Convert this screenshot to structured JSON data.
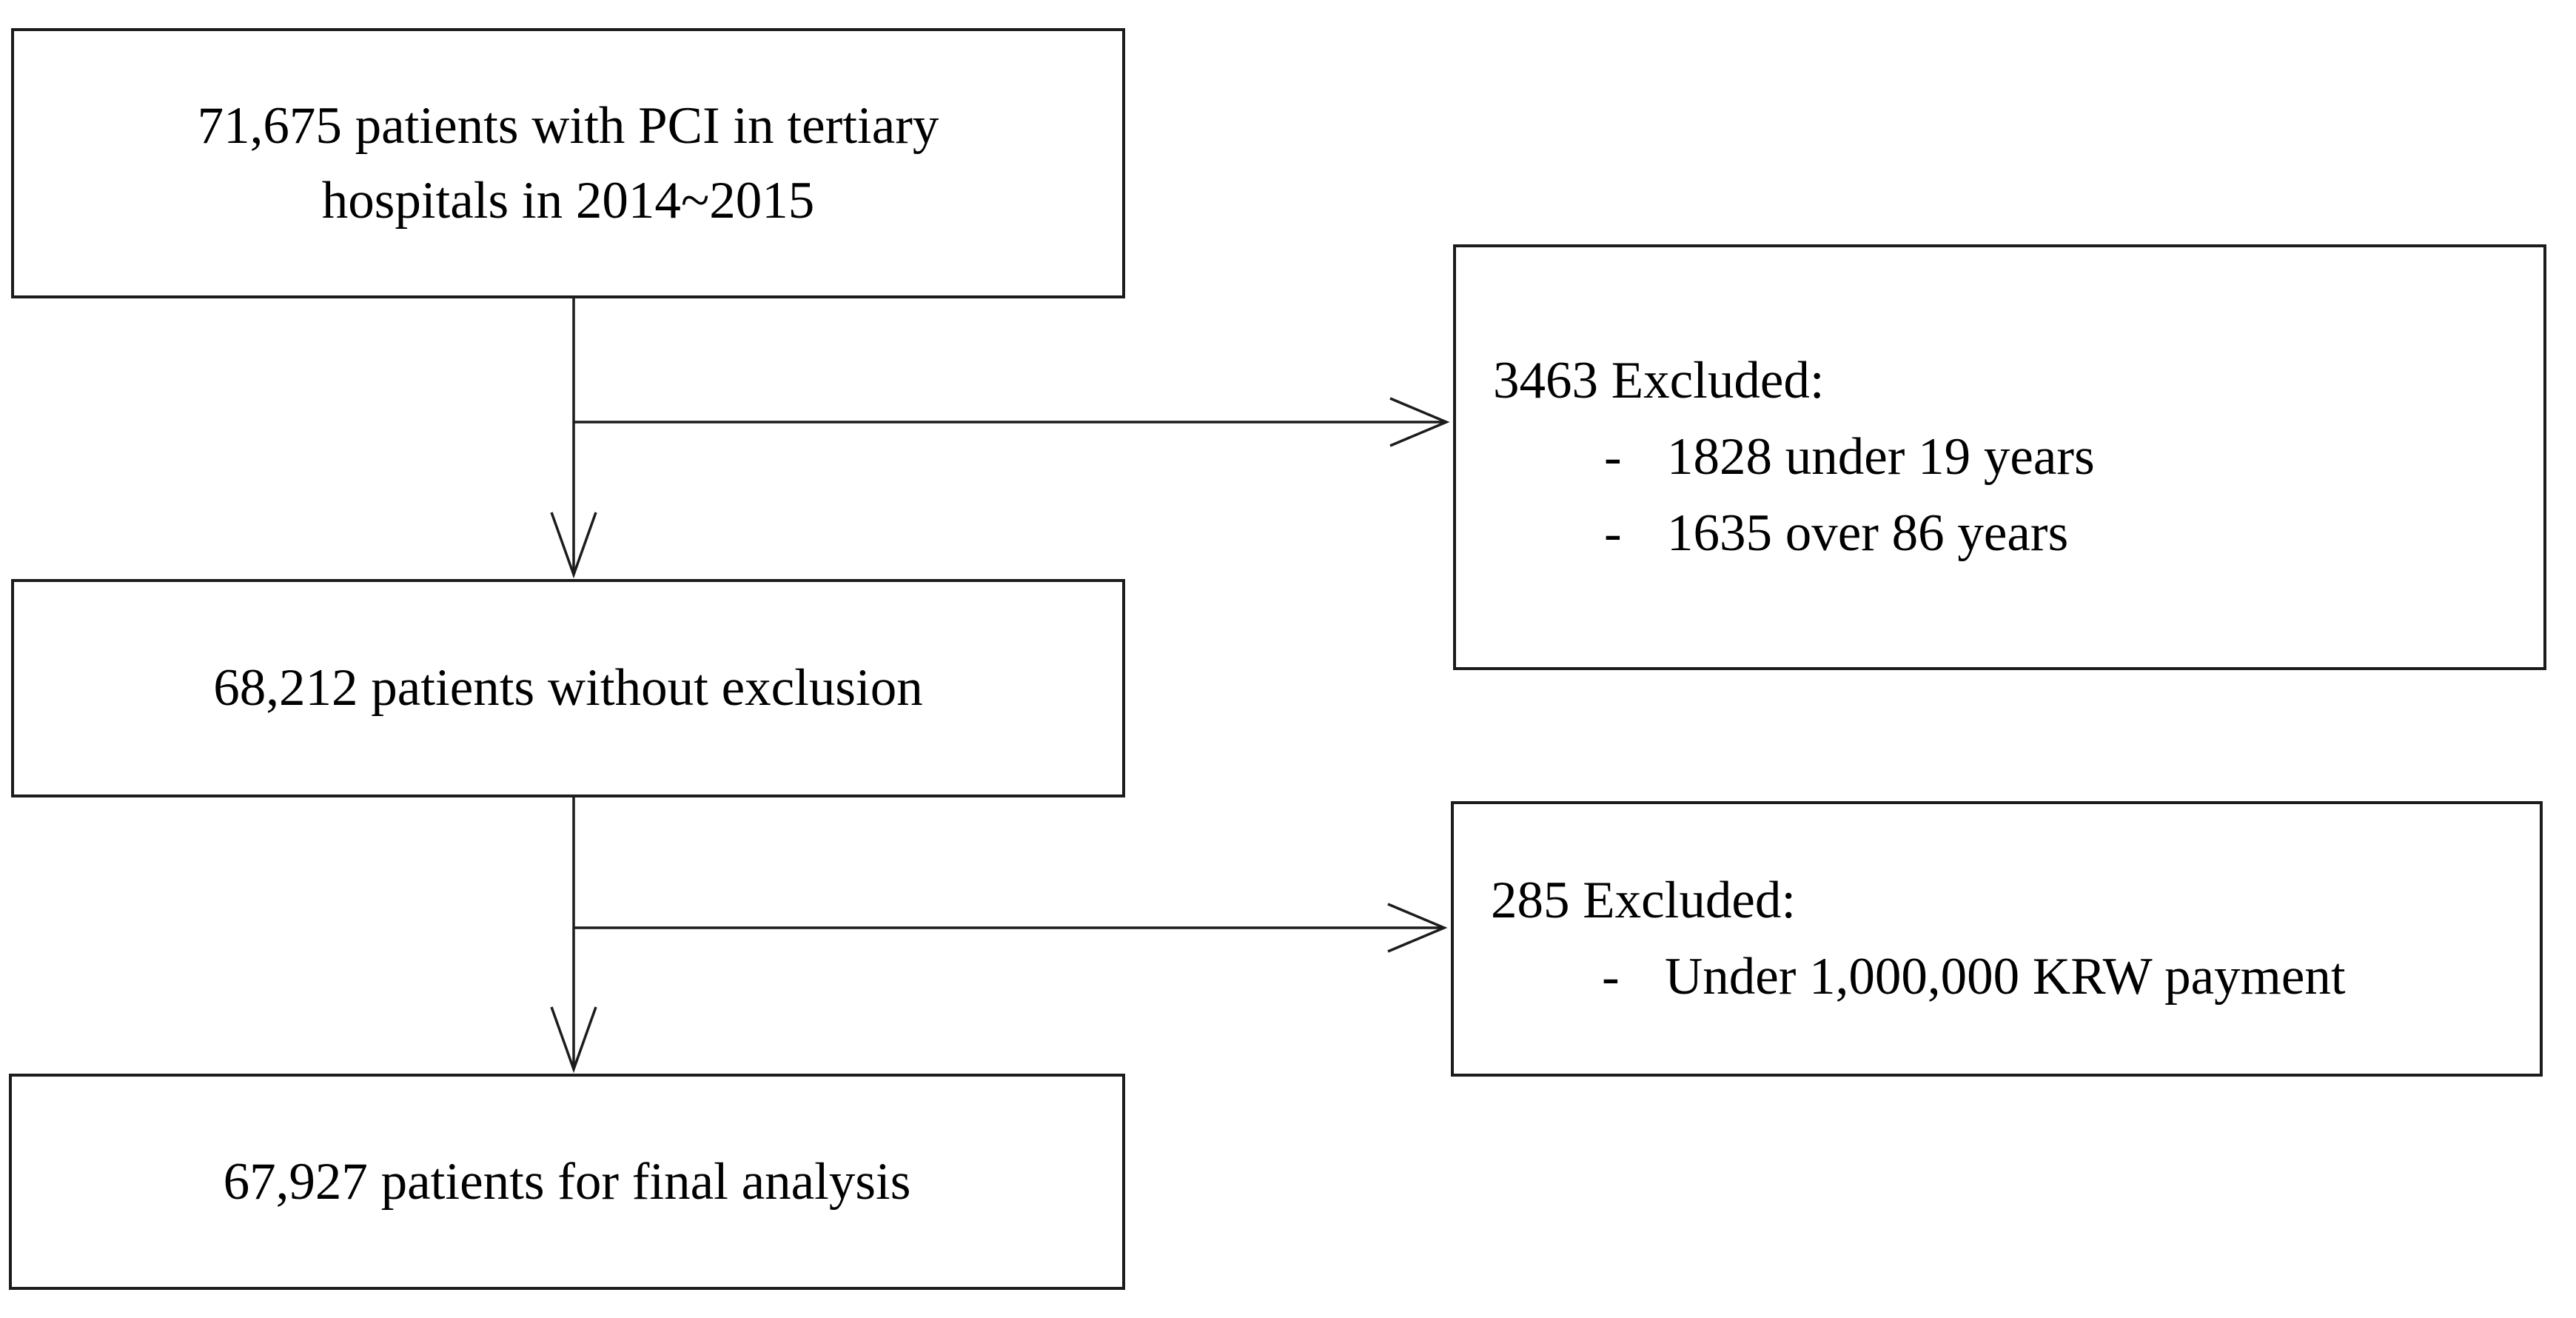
{
  "diagram": {
    "nodes": {
      "initial": {
        "label": "71,675 patients with PCI in tertiary hospitals in 2014~2015"
      },
      "after_exclusion": {
        "label": "68,212 patients without exclusion"
      },
      "final": {
        "label": "67,927 patients for final analysis"
      },
      "excluded1": {
        "heading": "3463 Excluded:",
        "items": [
          "1828 under 19 years",
          "1635 over 86 years"
        ]
      },
      "excluded2": {
        "heading": "285 Excluded:",
        "items": [
          "Under 1,000,000 KRW payment"
        ]
      }
    },
    "edges": [
      {
        "from": "initial",
        "to": "after_exclusion",
        "type": "arrow-down"
      },
      {
        "from": "initial",
        "to": "excluded1",
        "type": "arrow-right-branch"
      },
      {
        "from": "after_exclusion",
        "to": "final",
        "type": "arrow-down"
      },
      {
        "from": "after_exclusion",
        "to": "excluded2",
        "type": "arrow-right-branch"
      }
    ],
    "bullet_glyph": "-",
    "colors": {
      "line": "#1c1c1c",
      "background": "#ffffff",
      "text": "#000000"
    }
  }
}
